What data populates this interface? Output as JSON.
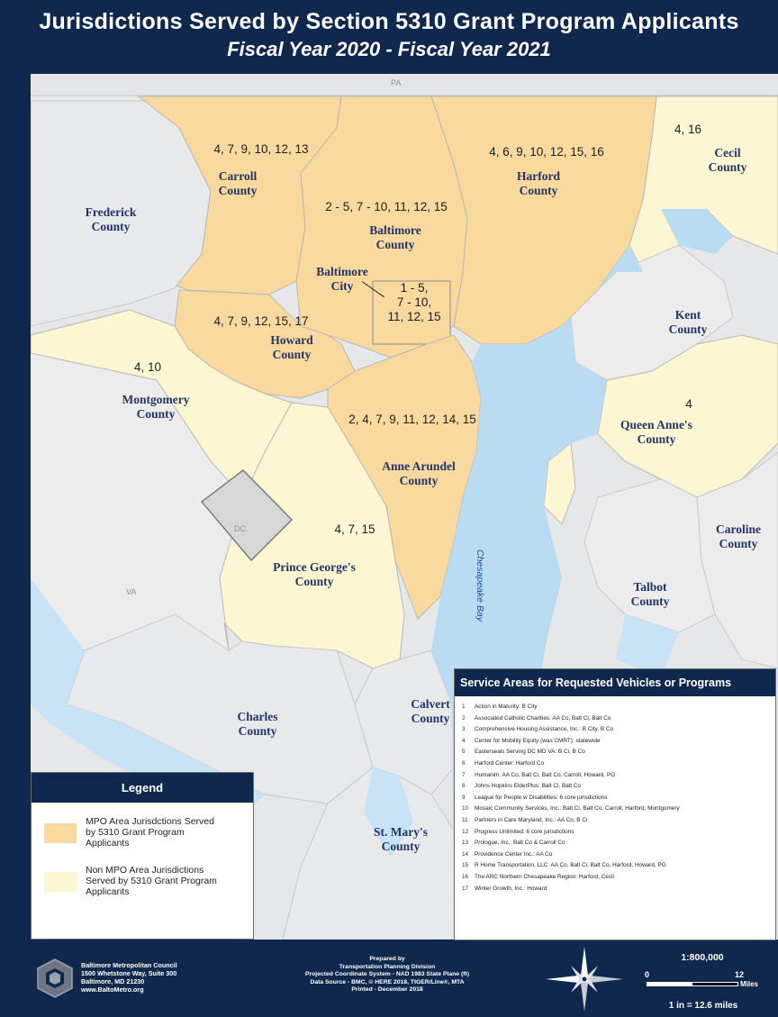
{
  "header": {
    "title_line1": "Jurisdictions Served by Section 5310 Grant Program Applicants",
    "title_line2": "Fiscal Year 2020 - Fiscal Year 2021"
  },
  "colors": {
    "mpo_fill": "#f9d99d",
    "non_mpo_fill": "#fdf6d2",
    "water": "#b9dcf2",
    "dc_fill": "#d7d7d7",
    "background_land": "#e6e7e9",
    "navy": "#10284e",
    "label_color": "#233565"
  },
  "map": {
    "counties": [
      {
        "id": "carroll",
        "name": "Carroll\nCounty",
        "numbers": "4, 7, 9, 10, 12, 13",
        "category": "mpo"
      },
      {
        "id": "baltimore-county",
        "name": "Baltimore\nCounty",
        "numbers": "2 - 5, 7 - 10, 11, 12, 15",
        "category": "mpo"
      },
      {
        "id": "harford",
        "name": "Harford\nCounty",
        "numbers": "4, 6, 9, 10, 12, 15, 16",
        "category": "mpo"
      },
      {
        "id": "cecil",
        "name": "Cecil\nCounty",
        "numbers": "4, 16",
        "category": "non-mpo"
      },
      {
        "id": "baltimore-city",
        "name": "Baltimore\nCity",
        "numbers": "1 - 5,\n7 - 10,\n11, 12, 15",
        "category": "mpo"
      },
      {
        "id": "howard",
        "name": "Howard\nCounty",
        "numbers": "4, 7, 9, 12, 15, 17",
        "category": "mpo"
      },
      {
        "id": "montgomery",
        "name": "Montgomery\nCounty",
        "numbers": "4, 10",
        "category": "non-mpo"
      },
      {
        "id": "anne-arundel",
        "name": "Anne Arundel\nCounty",
        "numbers": "2, 4, 7, 9, 11, 12, 14, 15",
        "category": "mpo"
      },
      {
        "id": "queen-annes",
        "name": "Queen Anne's\nCounty",
        "numbers": "4",
        "category": "non-mpo"
      },
      {
        "id": "prince-georges",
        "name": "Prince George's\nCounty",
        "numbers": "4, 7, 15",
        "category": "non-mpo"
      },
      {
        "id": "frederick",
        "name": "Frederick\nCounty",
        "numbers": "",
        "category": "none"
      },
      {
        "id": "kent",
        "name": "Kent\nCounty",
        "numbers": "",
        "category": "none"
      },
      {
        "id": "caroline",
        "name": "Caroline\nCounty",
        "numbers": "",
        "category": "none"
      },
      {
        "id": "talbot",
        "name": "Talbot\nCounty",
        "numbers": "",
        "category": "none"
      },
      {
        "id": "charles",
        "name": "Charles\nCounty",
        "numbers": "",
        "category": "none"
      },
      {
        "id": "calvert",
        "name": "Calvert\nCounty",
        "numbers": "",
        "category": "none"
      },
      {
        "id": "st-marys",
        "name": "St. Mary's\nCounty",
        "numbers": "",
        "category": "none"
      }
    ],
    "other_labels": {
      "pa": "PA",
      "dc": "DC",
      "va": "VA",
      "bay": "Chesapeake Bay"
    }
  },
  "legend": {
    "title": "Legend",
    "items": [
      {
        "label": "MPO Area Jurisdctions Served by 5310 Grant Program Applicants",
        "color": "#f9d99d"
      },
      {
        "label": "Non MPO Area Jurisdictions Served by 5310 Grant Program Applicants",
        "color": "#fdf6d2"
      }
    ]
  },
  "service_areas": {
    "title": "Service Areas for Requested Vehicles or Programs",
    "items": [
      {
        "num": "1",
        "text": "Action in Maturity: B City"
      },
      {
        "num": "2",
        "text": "Associated Catholic Charities: AA Co, Balt Ci, Balt Co"
      },
      {
        "num": "3",
        "text": "Comprehensive Housing Assistance, Inc.: B City, B Co"
      },
      {
        "num": "4",
        "text": "Center for Mobility Equity (was CMRT): statewide"
      },
      {
        "num": "5",
        "text": "Easterseals Serving DC MD VA: B Ci, B Co"
      },
      {
        "num": "6",
        "text": "Harford Center: Harford Co"
      },
      {
        "num": "7",
        "text": "Humanim: AA Co, Balt Ci, Balt Co, Carroll, Howard, PG"
      },
      {
        "num": "8",
        "text": "Johns Hopkins ElderPlus: Balt Ci, Balt Co"
      },
      {
        "num": "9",
        "text": "League for People w Disabilities: 6 core jurisdictions"
      },
      {
        "num": "10",
        "text": "Mosaic Community Services, Inc.: Balt Ci, Balt Co, Carroll, Harford, Montgomery"
      },
      {
        "num": "11",
        "text": "Partners in Care Maryland, Inc.: AA Co, B Ci"
      },
      {
        "num": "12",
        "text": "Progress Unlimited: 6 core jurisdictions"
      },
      {
        "num": "13",
        "text": "Prologue, Inc.: Balt Co & Carroll Co"
      },
      {
        "num": "14",
        "text": "Providence Center Inc.: AA Co"
      },
      {
        "num": "15",
        "text": "R Home Transportation, LLC: AA Co, Balt Ci, Balt Co, Harford, Howard, PG"
      },
      {
        "num": "16",
        "text": "The ARC Northern Chesapeake Region: Harford, Cecil"
      },
      {
        "num": "17",
        "text": "Winter Growth, Inc.: Howard"
      }
    ]
  },
  "footer": {
    "org_lines": [
      "Baltimore Metropolitan Council",
      "1500 Whetstone Way, Suite 300",
      "Baltimore, MD 21230",
      "www.BaltoMetro.org"
    ],
    "prepared_lines": [
      "Prepared by",
      "Transportation Planning Division",
      "Projected Coordinate System - NAD 1983 State Plane (ft)",
      "Data Source - BMC, © HERE 2018, TIGER/Line®, MTA",
      "Printed - December 2018"
    ],
    "scale_ratio": "1:800,000",
    "scale_zero": "0",
    "scale_max": "12",
    "scale_unit": "Miles",
    "scale_caption": "1 in = 12.6 miles"
  }
}
